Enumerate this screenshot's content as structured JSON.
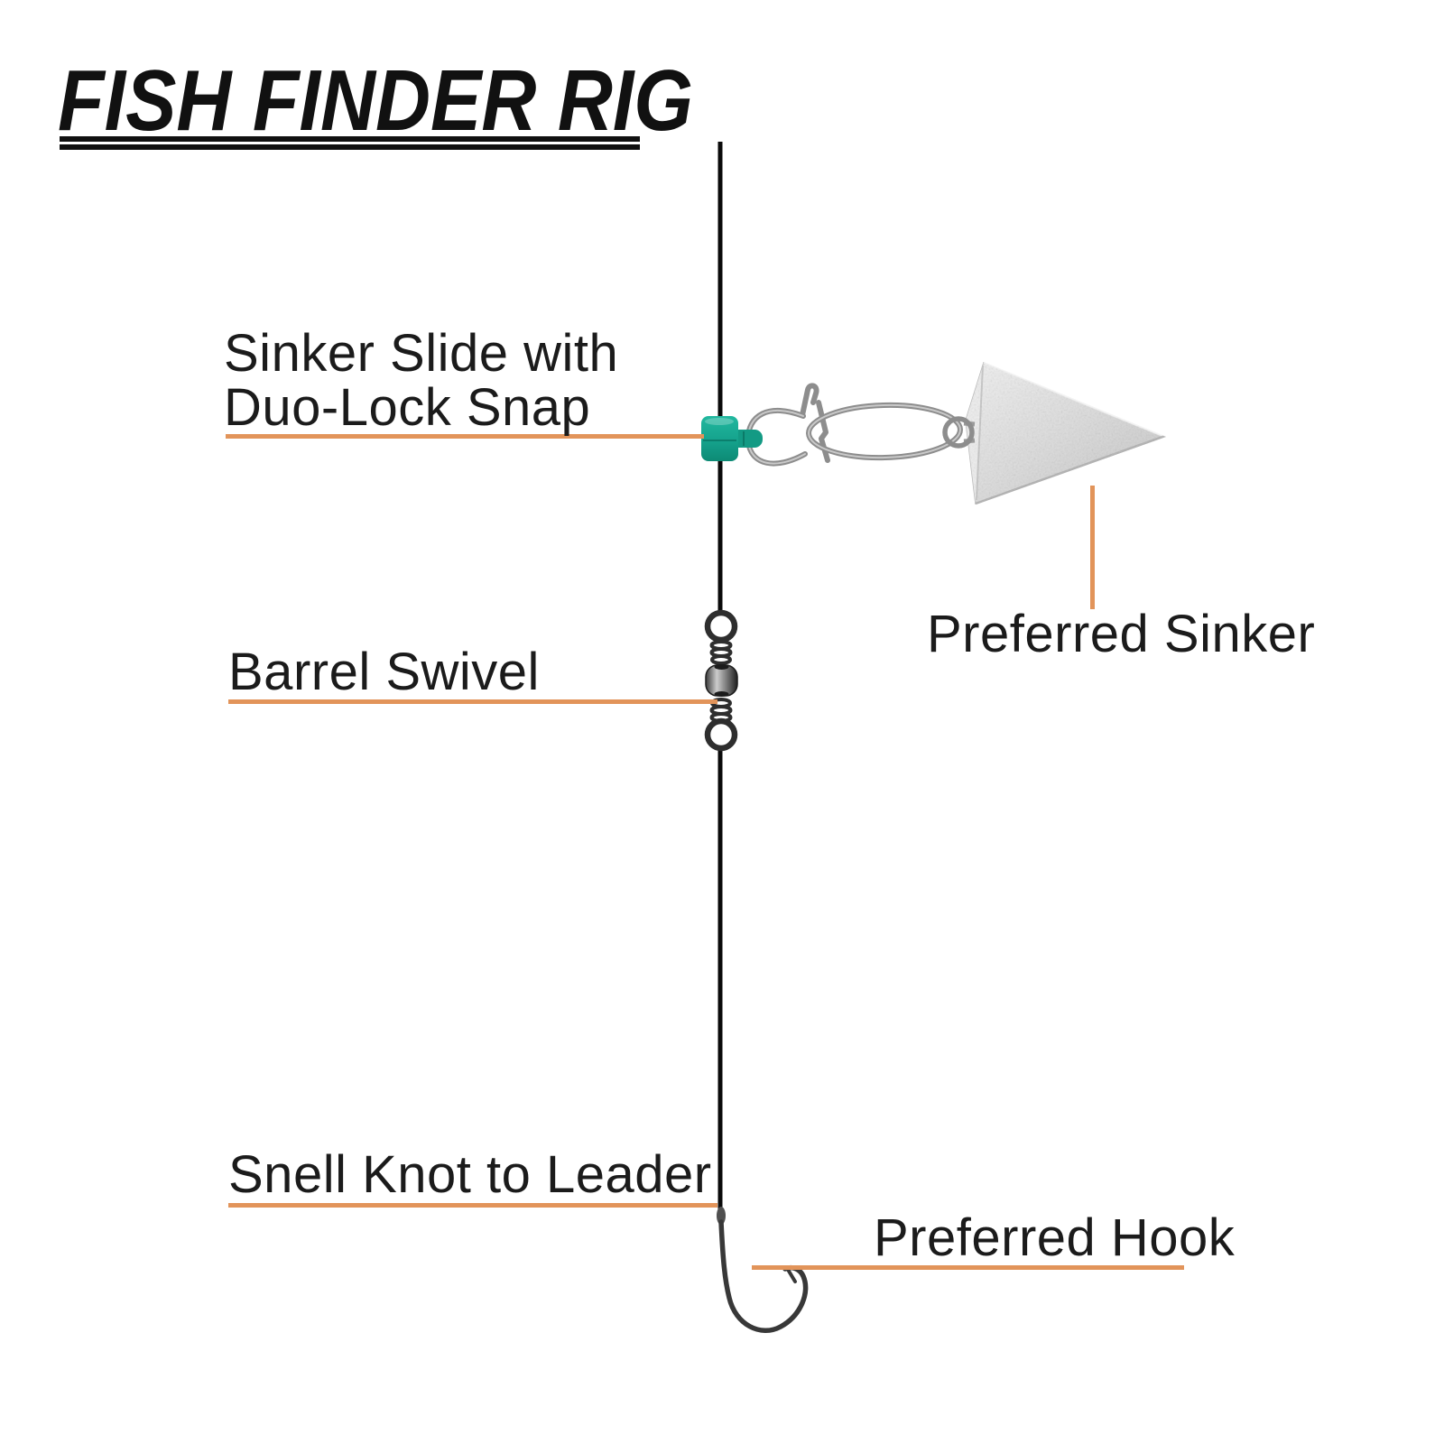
{
  "title": "FISH FINDER RIG",
  "labels": {
    "sinker_slide_line1": "Sinker Slide with",
    "sinker_slide_line2": "Duo-Lock Snap",
    "preferred_sinker": "Preferred Sinker",
    "barrel_swivel": "Barrel Swivel",
    "snell_knot": "Snell Knot to Leader",
    "preferred_hook": "Preferred Hook"
  },
  "components": {
    "main_line": "fishing-line",
    "sinker_slide": "sinker-slide",
    "duo_lock_snap": "duo-lock-snap",
    "pyramid_sinker": "pyramid-sinker",
    "barrel_swivel": "barrel-swivel",
    "snell_knot": "snell-knot",
    "hook": "fishing-hook"
  },
  "colors": {
    "leader_line": "#E2945A",
    "slide_teal": "#16A38E",
    "line_black": "#0A0A0A",
    "sinker_gray": "#D9D9D9",
    "text": "#1B1B1B",
    "title": "#111111"
  }
}
